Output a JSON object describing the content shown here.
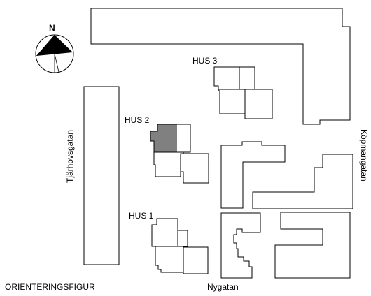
{
  "map": {
    "north_label": "N",
    "caption": "ORIENTERINGSFIGUR",
    "buildings": [
      {
        "label": "HUS 3"
      },
      {
        "label": "HUS 2",
        "highlighted": true
      },
      {
        "label": "HUS 1"
      }
    ],
    "streets": {
      "west": "Tjärhovsgatan",
      "east": "Köpmangatan",
      "south": "Nygatan"
    },
    "colors": {
      "highlight": "#808080",
      "outline": "#000000",
      "background": "#ffffff"
    },
    "icons": [
      "compass-rose-icon"
    ]
  }
}
